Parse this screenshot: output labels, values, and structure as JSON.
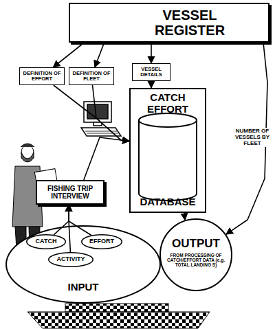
{
  "diagram": {
    "nodes": [
      {
        "text": [
          "VESSEL REGISTER"
        ]
      },
      {
        "text": [
          "DEFINITION OF EFFORT"
        ]
      },
      {
        "text": [
          "DEFINITION OF FLEET"
        ]
      },
      {
        "text": [
          "VESSEL DETAILS"
        ]
      },
      {
        "text": [
          "CATCH EFFORT",
          "DATABASE"
        ]
      },
      {
        "text": [
          "FISHING TRIP INTERVIEW"
        ]
      },
      {
        "text": [
          "OUTPUT",
          "FROM PROCESSING OF CATCH/EFFORT DATA (e.g. TOTAL LANDING S)"
        ]
      },
      {
        "text": [
          "INPUT"
        ]
      },
      {
        "text": [
          "CATCH"
        ],
        "in": 7
      },
      {
        "text": [
          "ACTIVITY"
        ],
        "in": 7
      },
      {
        "text": [
          "EFFORT"
        ],
        "in": 7
      }
    ],
    "edges": [
      {
        "from": 0,
        "to": 1,
        "arrow": "to"
      },
      {
        "from": 0,
        "to": 2,
        "arrow": "to"
      },
      {
        "from": 0,
        "to": 3,
        "arrow": "to"
      },
      {
        "from": 0,
        "to": 6,
        "label": "NUMBER OF VESSELS BY FLEET",
        "arrow": "to"
      },
      {
        "from": 3,
        "to": 4,
        "arrow": "to"
      },
      {
        "from": 1,
        "to": 4,
        "arrow": "to"
      },
      {
        "from": 2,
        "to": 4,
        "arrow": "to"
      },
      {
        "from": 5,
        "to": 4,
        "arrow": "to"
      },
      {
        "from": 4,
        "to": 6,
        "arrow": "to"
      },
      {
        "from": 8,
        "to": 5,
        "arrow": "to"
      },
      {
        "from": 9,
        "to": 5,
        "arrow": "to"
      },
      {
        "from": 10,
        "to": 5,
        "arrow": "to"
      }
    ]
  }
}
